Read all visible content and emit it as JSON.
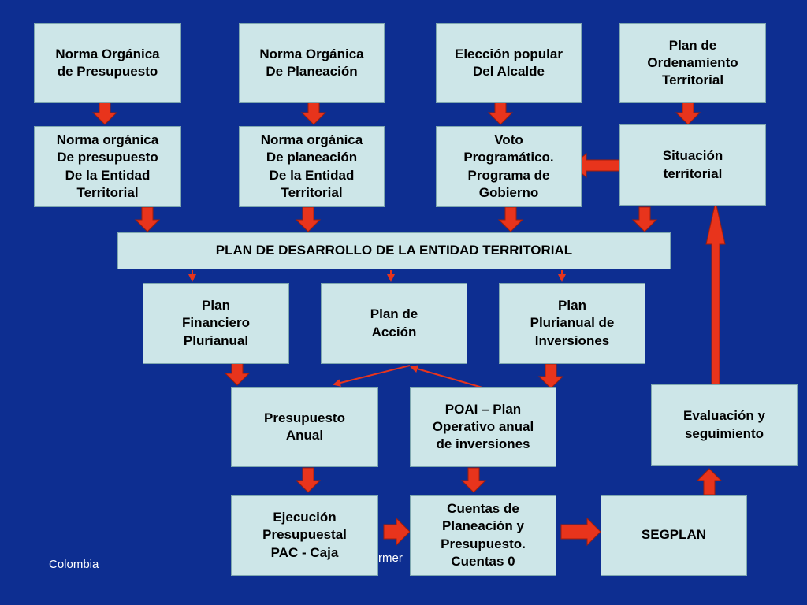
{
  "boxes": {
    "norma_org_presupuesto": "Norma Orgánica\nde Presupuesto",
    "norma_org_planeacion": "Norma Orgánica\nDe Planeación",
    "eleccion_alcalde": "Elección popular\nDel Alcalde",
    "plan_ordenamiento": "Plan de\nOrdenamiento\nTerritorial",
    "norma_presupuesto_entidad": "Norma orgánica\nDe presupuesto\nDe la Entidad\nTerritorial",
    "norma_planeacion_entidad": "Norma orgánica\nDe planeación\nDe la Entidad\nTerritorial",
    "voto_programatico": "Voto\nProgramático.\nPrograma de\nGobierno",
    "situacion_territorial": "Situación\nterritorial",
    "plan_desarrollo": "PLAN DE DESARROLLO DE LA ENTIDAD TERRITORIAL",
    "plan_financiero": "Plan\nFinanciero\nPlurianual",
    "plan_accion": "Plan de\nAcción",
    "plan_plurianual": "Plan\nPlurianual de\nInversiones",
    "presupuesto_anual": "Presupuesto\nAnual",
    "poai": "POAI – Plan\nOperativo anual\nde inversiones",
    "evaluacion": "Evaluación y\nseguimiento",
    "ejecucion": "Ejecución\nPresupuestal\nPAC - Caja",
    "cuentas": "Cuentas de\nPlaneación y\nPresupuesto.\nCuentas 0",
    "segplan": "SEGPLAN"
  },
  "footer": {
    "country": "Colombia",
    "partial_text": "rmer"
  },
  "colors": {
    "background": "#0d2e91",
    "box_fill": "#cde6e8",
    "arrow_fill": "#e8341c",
    "arrow_line": "#e8341c"
  }
}
